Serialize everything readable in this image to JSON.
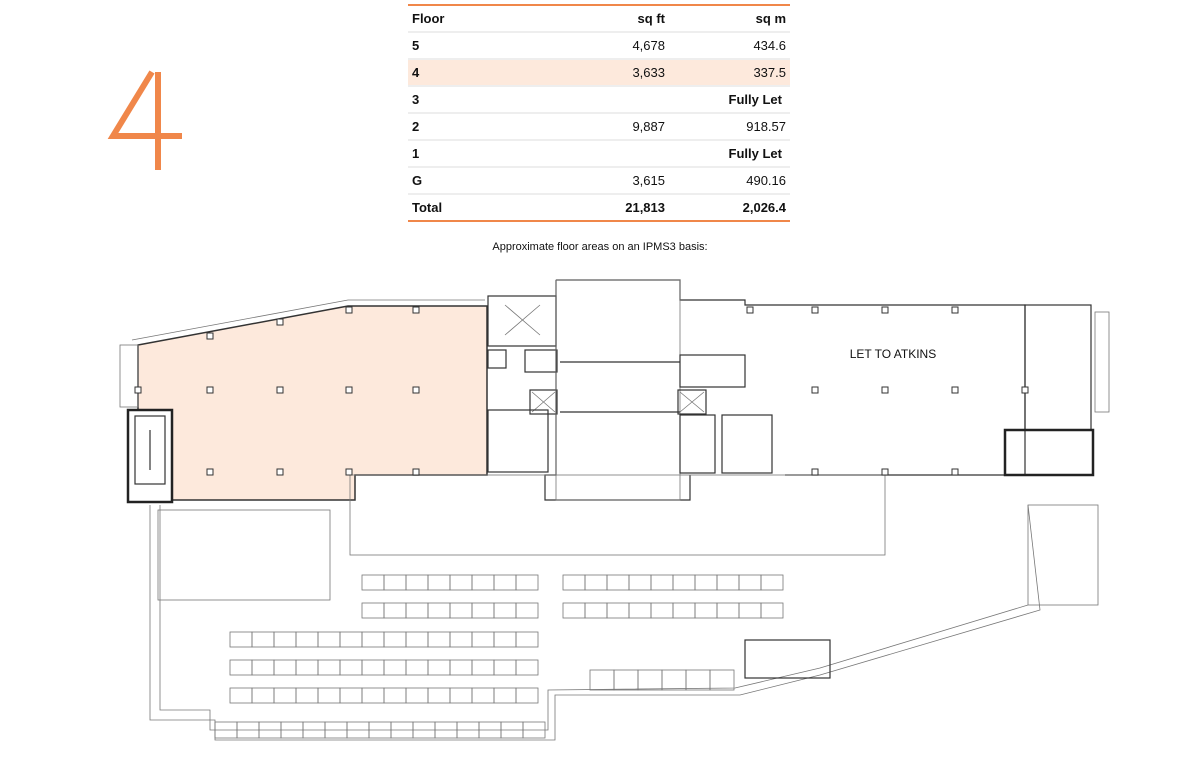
{
  "floor_number": "4",
  "accent_color": "#f0874a",
  "highlight_color": "#fde9dc",
  "table": {
    "headers": [
      "Floor",
      "sq ft",
      "sq m"
    ],
    "rows": [
      {
        "floor": "5",
        "sqft": "4,678",
        "sqm": "434.6"
      },
      {
        "floor": "4",
        "sqft": "3,633",
        "sqm": "337.5"
      },
      {
        "floor": "3",
        "sqft": "",
        "sqm": "Fully Let"
      },
      {
        "floor": "2",
        "sqft": "9,887",
        "sqm": "918.57"
      },
      {
        "floor": "1",
        "sqft": "",
        "sqm": "Fully Let"
      },
      {
        "floor": "G",
        "sqft": "3,615",
        "sqm": "490.16"
      }
    ],
    "total": {
      "label": "Total",
      "sqft": "21,813",
      "sqm": "2,026.4"
    }
  },
  "caption": "Approximate floor areas on an IPMS3 basis:",
  "plan": {
    "let_label": "LET TO ATKINS"
  }
}
